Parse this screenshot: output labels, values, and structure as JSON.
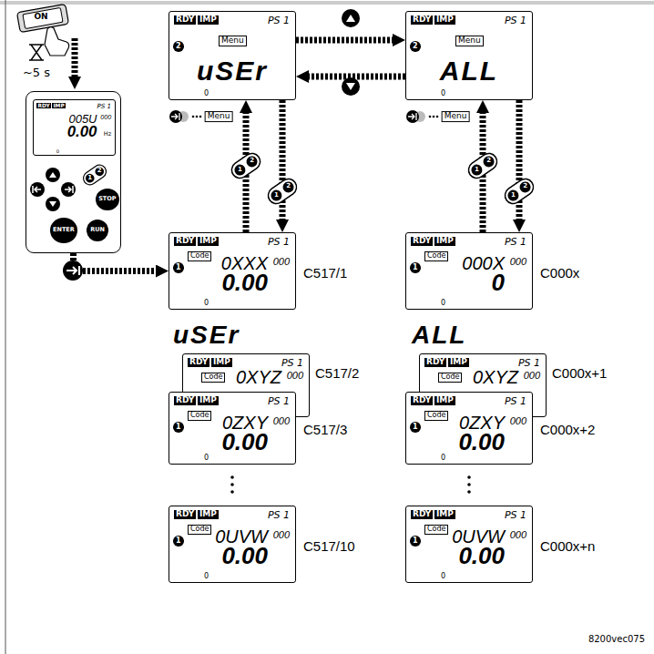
{
  "diagram": {
    "caption": "8200vec075",
    "nodes": [
      {
        "text": [
          "RDY",
          "IMP",
          "PS 1",
          "2",
          "Menu",
          "uSEr",
          "0"
        ]
      },
      {
        "text": [
          "RDY",
          "IMP",
          "PS 1",
          "2",
          "Menu",
          "ALL",
          "0"
        ]
      },
      {
        "text": []
      },
      {
        "text": [
          "RDY",
          "IMP",
          "PS 1",
          "005U",
          "000",
          "0.00",
          "Hz",
          "0"
        ],
        "in": 2
      },
      {
        "text": [
          "STOP"
        ],
        "in": 2
      },
      {
        "text": [
          "ENTER"
        ],
        "in": 2
      },
      {
        "text": [
          "RUN"
        ],
        "in": 2
      },
      {
        "text": [
          "RDY",
          "IMP",
          "PS 1",
          "1",
          "Code",
          "0XXX",
          "000",
          "0.00",
          "0"
        ]
      },
      {
        "text": [
          "RDY",
          "IMP",
          "PS 1",
          "1",
          "Code",
          "000X",
          "000",
          "0",
          "0"
        ]
      },
      {
        "text": [
          "RDY",
          "IMP",
          "PS 1",
          "Code",
          "0XYZ",
          "000"
        ]
      },
      {
        "text": [
          "RDY",
          "IMP",
          "PS 1",
          "1",
          "Code",
          "0ZXY",
          "000",
          "0.00",
          "0"
        ]
      },
      {
        "text": [
          "RDY",
          "IMP",
          "PS 1",
          "1",
          "Code",
          "0UVW",
          "000",
          "0.00",
          "0"
        ]
      },
      {
        "text": [
          "RDY",
          "IMP",
          "PS 1",
          "Code",
          "0XYZ",
          "000"
        ]
      },
      {
        "text": [
          "RDY",
          "IMP",
          "PS 1",
          "1",
          "Code",
          "0ZXY",
          "000",
          "0.00",
          "0"
        ]
      },
      {
        "text": [
          "RDY",
          "IMP",
          "PS 1",
          "1",
          "Code",
          "0UVW",
          "000",
          "0.00",
          "0"
        ]
      }
    ],
    "edges": [
      {
        "from": 2,
        "to": 7,
        "arrow": "to"
      },
      {
        "from": 0,
        "to": 1,
        "arrow": "to"
      },
      {
        "from": 1,
        "to": 0,
        "arrow": "to"
      },
      {
        "from": 7,
        "to": 0,
        "arrow": "to"
      },
      {
        "from": 0,
        "to": 7,
        "arrow": "to"
      },
      {
        "from": 8,
        "to": 1,
        "arrow": "to"
      },
      {
        "from": 1,
        "to": 8,
        "arrow": "to"
      }
    ],
    "labels": [
      "ON",
      "~5 s",
      "Menu",
      "Menu",
      "uSEr",
      "ALL",
      "C517/1",
      "C000x",
      "C517/2",
      "C517/3",
      "C517/10",
      "C000x+1",
      "C000x+2",
      "C000x+n",
      "1",
      "2",
      "1",
      "2",
      "1",
      "2",
      "1",
      "2",
      "1",
      "2"
    ]
  }
}
